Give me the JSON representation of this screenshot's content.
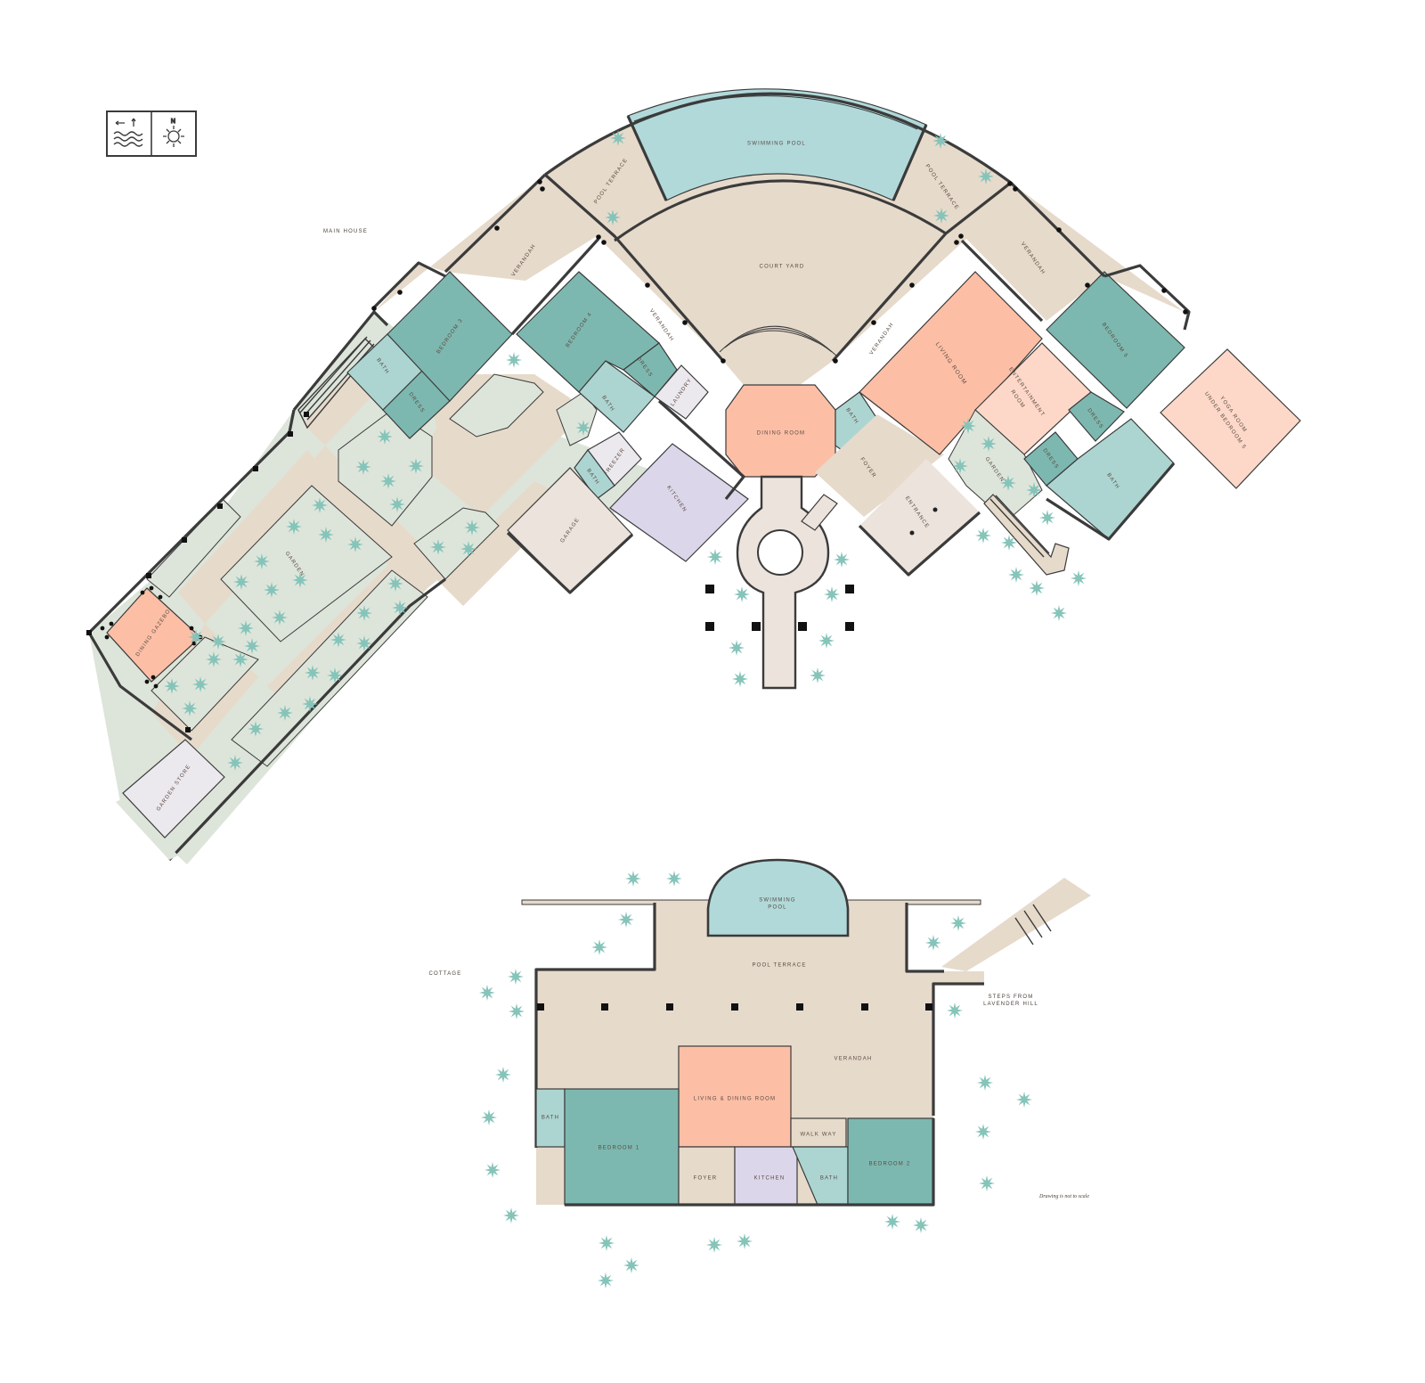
{
  "colors": {
    "terrace": "#e6dacb",
    "garden": "#dde5da",
    "bedroom": "#7db8b0",
    "bath": "#acd5d2",
    "living": "#fcbfa6",
    "entertainment": "#fdd8c8",
    "kitchen": "#dcd6ea",
    "garage": "#ebe3dc",
    "store": "#ebe8ee",
    "pool": "#b1d9da",
    "plant": "#86c4ba",
    "wall": "#3b3b3b"
  },
  "legend": {
    "north": "N",
    "sea_icon": "waves-icon",
    "compass_icon": "compass-sun-icon"
  },
  "sections": {
    "main": "MAIN HOUSE",
    "cottage": "COTTAGE",
    "steps": [
      "STEPS FROM",
      "LAVENDER HILL"
    ]
  },
  "main_rooms": {
    "pool": "SWIMMING POOL",
    "pool_terrace_left": "POOL TERRACE",
    "pool_terrace_right": "POOL TERRACE",
    "court_yard": "COURT YARD",
    "verandah_1": "VERANDAH",
    "verandah_2": "VERANDAH",
    "verandah_3": "VERANDAH",
    "verandah_4": "VERANDAH",
    "bedroom_3": "BEDROOM 3",
    "bedroom_4": "BEDROOM 4",
    "bedroom_5": "BEDROOM 5",
    "bath_3": "BATH",
    "dress_3": "DRESS",
    "dress_4": "DRESS",
    "bath_4": "BATH",
    "laundry": "LAUNDRY",
    "freezer": "FREEZER",
    "bath_k": "BATH",
    "kitchen": "KITCHEN",
    "garage": "GARAGE",
    "dining_room": "DINING ROOM",
    "bath_d": "BATH",
    "foyer": "FOYER",
    "entrance": "ENTRANCE",
    "living_room": "LIVING ROOM",
    "entertainment": [
      "ENTERTAINMENT",
      "ROOM"
    ],
    "garden_right": "GARDEN",
    "dress_5": "DRESS",
    "dress_5b": "DRESS",
    "bath_5": "BATH",
    "yoga": [
      "YOGA ROOM",
      "UNDER BEDROOM 5"
    ],
    "garden_main": "GARDEN",
    "dining_gazebo": "DINING GAZEBO",
    "garden_store": "GARDEN STORE"
  },
  "cottage_rooms": {
    "pool": [
      "SWIMMING",
      "POOL"
    ],
    "pool_terrace": "POOL TERRACE",
    "verandah": "VERANDAH",
    "living": "LIVING & DINING ROOM",
    "bath_left": "BATH",
    "bedroom_1": "BEDROOM 1",
    "foyer": "FOYER",
    "kitchen": "KITCHEN",
    "walkway": "WALK WAY",
    "bath_right": "BATH",
    "bedroom_2": "BEDROOM 2"
  },
  "note": "Drawing is not to scale",
  "plants": [
    [
      694,
      155
    ],
    [
      688,
      244
    ],
    [
      1056,
      158
    ],
    [
      1107,
      198
    ],
    [
      1057,
      242
    ],
    [
      577,
      404
    ],
    [
      432,
      490
    ],
    [
      408,
      524
    ],
    [
      467,
      523
    ],
    [
      436,
      540
    ],
    [
      446,
      566
    ],
    [
      359,
      567
    ],
    [
      330,
      591
    ],
    [
      366,
      600
    ],
    [
      399,
      611
    ],
    [
      294,
      630
    ],
    [
      271,
      653
    ],
    [
      305,
      662
    ],
    [
      337,
      651
    ],
    [
      530,
      592
    ],
    [
      492,
      614
    ],
    [
      526,
      616
    ],
    [
      444,
      655
    ],
    [
      449,
      682
    ],
    [
      409,
      688
    ],
    [
      314,
      693
    ],
    [
      283,
      725
    ],
    [
      276,
      705
    ],
    [
      245,
      720
    ],
    [
      220,
      715
    ],
    [
      240,
      740
    ],
    [
      270,
      740
    ],
    [
      380,
      718
    ],
    [
      409,
      722
    ],
    [
      351,
      755
    ],
    [
      376,
      758
    ],
    [
      348,
      790
    ],
    [
      320,
      800
    ],
    [
      287,
      818
    ],
    [
      264,
      856
    ],
    [
      193,
      770
    ],
    [
      225,
      768
    ],
    [
      213,
      795
    ],
    [
      655,
      480
    ],
    [
      1087,
      478
    ],
    [
      1110,
      498
    ],
    [
      1078,
      523
    ],
    [
      1132,
      542
    ],
    [
      1161,
      550
    ],
    [
      1176,
      581
    ],
    [
      1133,
      609
    ],
    [
      1104,
      601
    ],
    [
      1141,
      645
    ],
    [
      1164,
      660
    ],
    [
      1211,
      649
    ],
    [
      1189,
      688
    ],
    [
      803,
      625
    ],
    [
      833,
      667
    ],
    [
      945,
      628
    ],
    [
      934,
      667
    ],
    [
      827,
      727
    ],
    [
      831,
      762
    ],
    [
      928,
      719
    ],
    [
      918,
      758
    ],
    [
      711,
      986
    ],
    [
      757,
      986
    ],
    [
      673,
      1063
    ],
    [
      703,
      1032
    ],
    [
      1076,
      1036
    ],
    [
      1048,
      1058
    ],
    [
      1072,
      1134
    ],
    [
      547,
      1114
    ],
    [
      579,
      1096
    ],
    [
      580,
      1135
    ],
    [
      565,
      1206
    ],
    [
      549,
      1254
    ],
    [
      553,
      1313
    ],
    [
      574,
      1364
    ],
    [
      1106,
      1215
    ],
    [
      1150,
      1234
    ],
    [
      1104,
      1270
    ],
    [
      1108,
      1328
    ],
    [
      681,
      1395
    ],
    [
      709,
      1420
    ],
    [
      680,
      1437
    ],
    [
      802,
      1397
    ],
    [
      836,
      1393
    ],
    [
      1002,
      1371
    ],
    [
      1034,
      1375
    ]
  ]
}
